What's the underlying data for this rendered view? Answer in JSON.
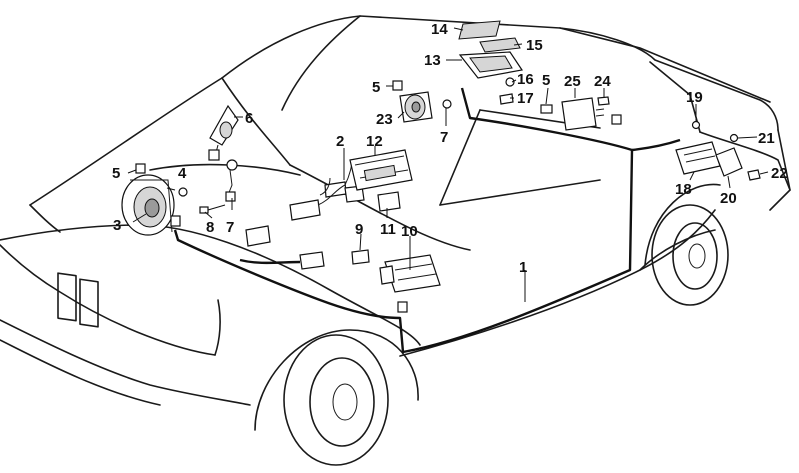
{
  "callouts": {
    "c1": "1",
    "c2": "2",
    "c3": "3",
    "c4": "4",
    "c5a": "5",
    "c5b": "5",
    "c5c": "5",
    "c6": "6",
    "c7a": "7",
    "c7b": "7",
    "c8": "8",
    "c9": "9",
    "c10": "10",
    "c11": "11",
    "c12": "12",
    "c13": "13",
    "c14": "14",
    "c15": "15",
    "c16": "16",
    "c17": "17",
    "c18": "18",
    "c19": "19",
    "c20": "20",
    "c21": "21",
    "c22": "22",
    "c23": "23",
    "c24": "24",
    "c25": "25"
  }
}
